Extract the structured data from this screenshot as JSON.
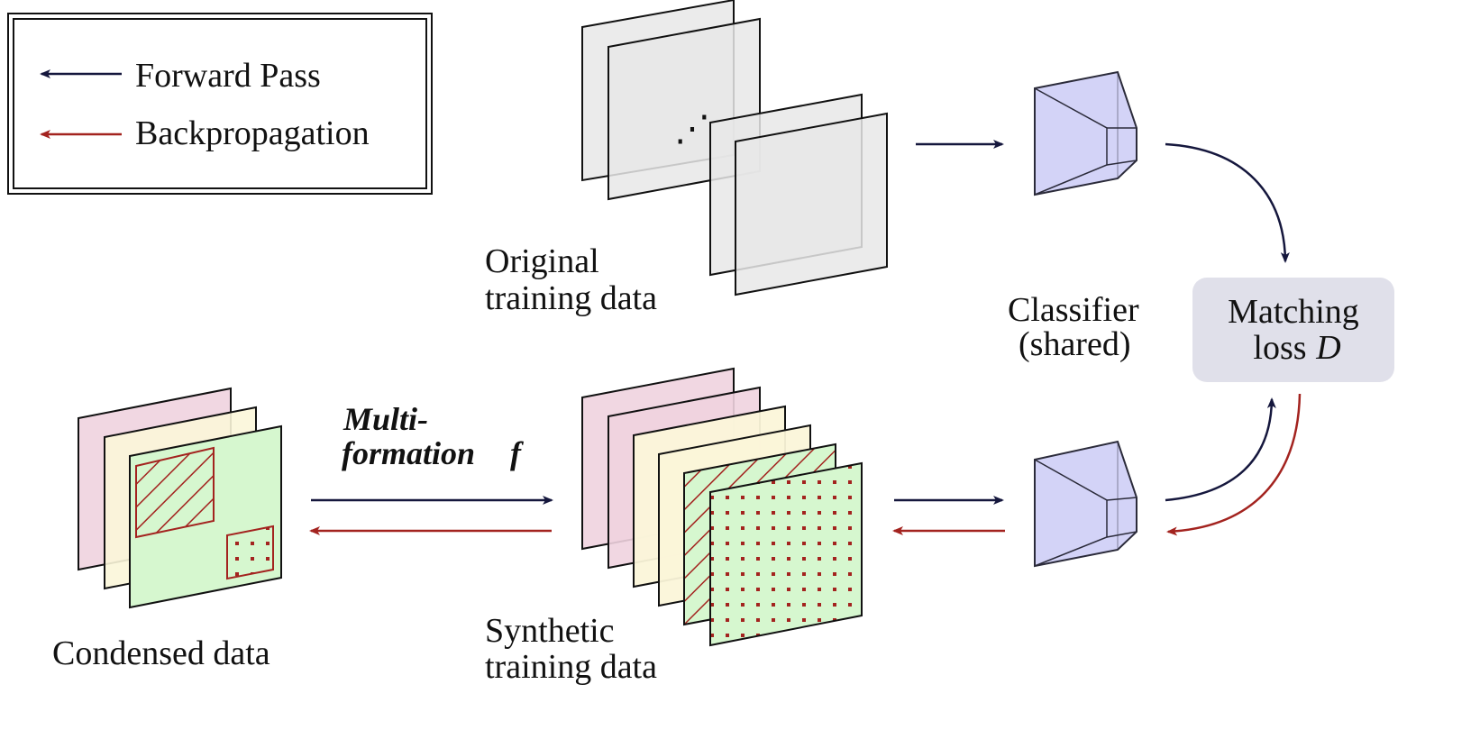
{
  "legend": {
    "forward_label": "Forward Pass",
    "backward_label": "Backpropagation"
  },
  "labels": {
    "original_line1": "Original",
    "original_line2": "training data",
    "classifier_line1": "Classifier",
    "classifier_line2": "(shared)",
    "matching_line1": "Matching",
    "matching_line2_text": "loss",
    "matching_line2_symbol": "D",
    "multi_line1": "Multi-",
    "multi_line2_text": "formation",
    "multi_line2_symbol": "f",
    "condensed": "Condensed data",
    "synthetic_line1": "Synthetic",
    "synthetic_line2": "training data",
    "ellipsis": "⋰"
  },
  "colors": {
    "forward": "#15173d",
    "backward": "#a3231f",
    "plane_gray": "#e8e8e8",
    "plane_pink": "#efd3df",
    "plane_yellow": "#fbf6d9",
    "plane_green": "#d6f7cf",
    "classifier_fill": "#d3d3f7",
    "matching_box": "#e0e0ea"
  }
}
